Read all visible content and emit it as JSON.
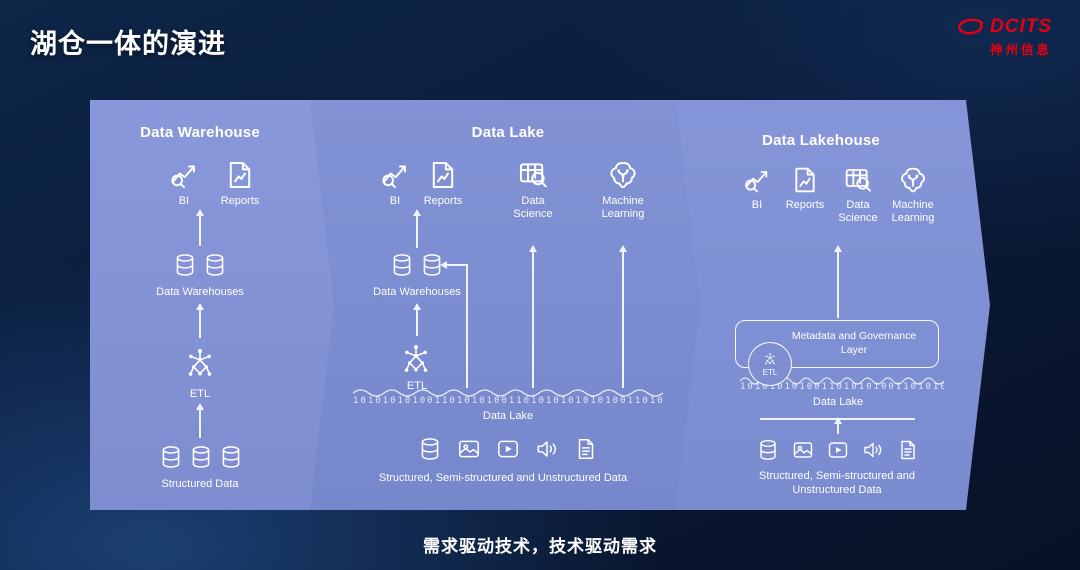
{
  "slide": {
    "title": "湖仓一体的演进",
    "caption": "需求驱动技术，技术驱动需求"
  },
  "logo": {
    "brand": "DCITS",
    "company": "神州信息"
  },
  "colors": {
    "accent_red": "#e60012",
    "panel_blue": "#8091d4",
    "background_navy": "#0a1b3a"
  },
  "panels": [
    {
      "title": "Data Warehouse",
      "consumers": [
        {
          "label": "BI",
          "icon": "bi-chart-icon"
        },
        {
          "label": "Reports",
          "icon": "report-icon"
        }
      ],
      "warehouse_label": "Data Warehouses",
      "etl_label": "ETL",
      "source_label": "Structured Data",
      "source_icons": [
        "database-icon"
      ]
    },
    {
      "title": "Data Lake",
      "consumers": [
        {
          "label": "BI",
          "icon": "bi-chart-icon"
        },
        {
          "label": "Reports",
          "icon": "report-icon"
        },
        {
          "label": "Data Science",
          "icon": "data-science-icon"
        },
        {
          "label": "Machine Learning",
          "icon": "machine-learning-icon"
        }
      ],
      "warehouse_label": "Data Warehouses",
      "etl_label": "ETL",
      "lake_label": "Data Lake",
      "binary": "1010101010011010101001101010101010100110101010",
      "source_label": "Structured, Semi-structured and Unstructured Data",
      "source_icons": [
        "database-icon",
        "image-icon",
        "video-icon",
        "audio-icon",
        "document-icon"
      ]
    },
    {
      "title": "Data Lakehouse",
      "consumers": [
        {
          "label": "BI",
          "icon": "bi-chart-icon"
        },
        {
          "label": "Reports",
          "icon": "report-icon"
        },
        {
          "label": "Data Science",
          "icon": "data-science-icon"
        },
        {
          "label": "Machine Learning",
          "icon": "machine-learning-icon"
        }
      ],
      "governance_label": "Metadata and Governance Layer",
      "etl_label": "ETL",
      "lake_label": "Data Lake",
      "binary": "10101010100110101010011010101010",
      "source_label": "Structured, Semi-structured and Unstructured Data",
      "source_icons": [
        "database-icon",
        "image-icon",
        "video-icon",
        "audio-icon",
        "document-icon"
      ]
    }
  ]
}
